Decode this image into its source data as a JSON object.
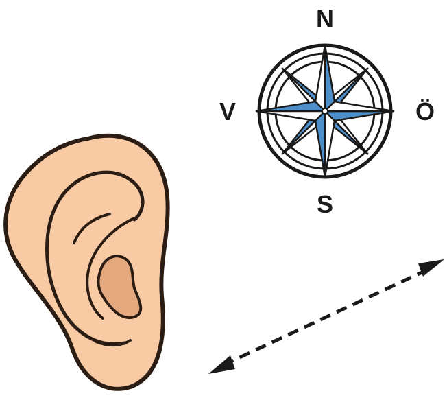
{
  "compass": {
    "north": "N",
    "south": "S",
    "west": "V",
    "east": "Ö"
  },
  "colors": {
    "skin": "#f9cba5",
    "skin_shadow": "#e4a97e",
    "outline": "#2b1d14",
    "compass_blue": "#4f8fc9",
    "ink": "#1a1a1a"
  },
  "icons": {
    "ear": "ear-icon",
    "compass": "compass-rose-icon",
    "arrow": "double-arrow-icon"
  }
}
